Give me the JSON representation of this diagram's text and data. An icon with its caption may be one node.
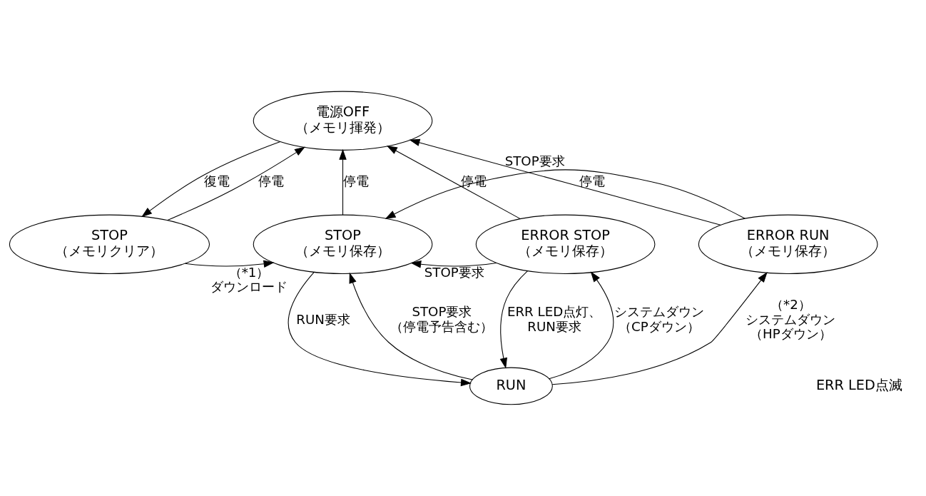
{
  "diagram": {
    "nodes": [
      {
        "text": [
          "電源OFF",
          "（メモリ揮発）"
        ]
      },
      {
        "text": [
          "STOP",
          "（メモリクリア）"
        ]
      },
      {
        "text": [
          "STOP",
          "（メモリ保存）"
        ]
      },
      {
        "text": [
          "ERROR STOP",
          "（メモリ保存）"
        ]
      },
      {
        "text": [
          "ERROR RUN",
          "（メモリ保存）"
        ]
      },
      {
        "text": [
          "RUN"
        ]
      }
    ],
    "edges": [
      {
        "from": 0,
        "to": 1,
        "arrow": "to",
        "label": "復電"
      },
      {
        "from": 1,
        "to": 0,
        "arrow": "to",
        "label": "停電"
      },
      {
        "from": 1,
        "to": 2,
        "arrow": "to",
        "label": "（*1）ダウンロード"
      },
      {
        "from": 2,
        "to": 0,
        "arrow": "to",
        "label": "停電"
      },
      {
        "from": 3,
        "to": 0,
        "arrow": "to",
        "label": "停電"
      },
      {
        "from": 4,
        "to": 0,
        "arrow": "to",
        "label": "停電"
      },
      {
        "from": 4,
        "to": 2,
        "arrow": "to",
        "label": "STOP要求"
      },
      {
        "from": 3,
        "to": 2,
        "arrow": "to",
        "label": "STOP要求"
      },
      {
        "from": 2,
        "to": 5,
        "arrow": "to",
        "label": "RUN要求"
      },
      {
        "from": 5,
        "to": 2,
        "arrow": "to",
        "label": "STOP要求（停電予告含む）"
      },
      {
        "from": 5,
        "to": 3,
        "arrow": "to",
        "label": "システムダウン（CPダウン）"
      },
      {
        "from": 3,
        "to": 5,
        "arrow": "to",
        "label": "ERR LED点灯、RUN要求"
      },
      {
        "from": 5,
        "to": 4,
        "arrow": "to",
        "label": "（*2）システムダウン（HPダウン）"
      }
    ],
    "labels": [
      "ERR LED点滅"
    ]
  }
}
